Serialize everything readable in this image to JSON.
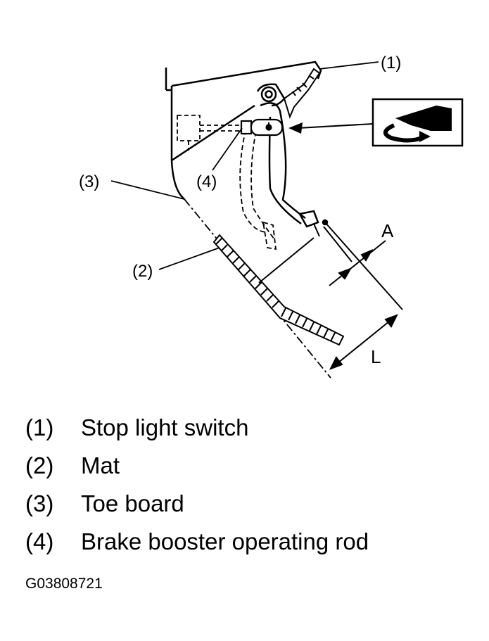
{
  "callouts": {
    "c1": "(1)",
    "c2": "(2)",
    "c3": "(3)",
    "c4": "(4)"
  },
  "dimensions": {
    "a": "A",
    "l": "L"
  },
  "legend": [
    {
      "num": "(1)",
      "label": "Stop light switch"
    },
    {
      "num": "(2)",
      "label": "Mat"
    },
    {
      "num": "(3)",
      "label": "Toe board"
    },
    {
      "num": "(4)",
      "label": "Brake booster operating rod"
    }
  ],
  "figure_id": "G03808721",
  "icons": [
    "wrench-turn-icon"
  ]
}
